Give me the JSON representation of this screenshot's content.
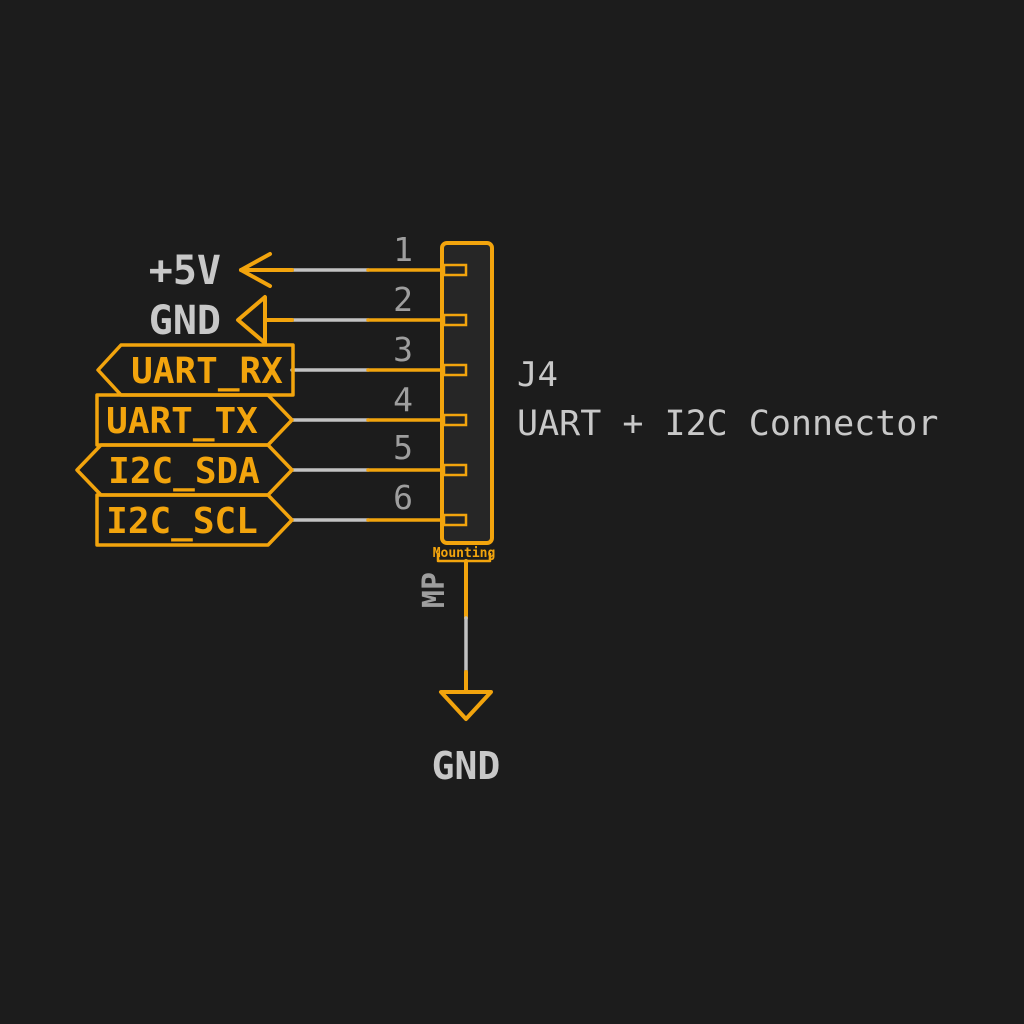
{
  "colors": {
    "background": "#1C1C1C",
    "accent": "#F2A40D",
    "wire": "#C2C2C2",
    "body_fill": "#262626",
    "text_bright": "#C8C8C8",
    "text_dim": "#9E9E9E"
  },
  "connector": {
    "reference": "J4",
    "description": "UART + I2C Connector"
  },
  "pins": [
    {
      "number": "1",
      "net": "+5V"
    },
    {
      "number": "2",
      "net": "GND"
    },
    {
      "number": "3",
      "net": "UART_RX"
    },
    {
      "number": "4",
      "net": "UART_TX"
    },
    {
      "number": "5",
      "net": "I2C_SDA"
    },
    {
      "number": "6",
      "net": "I2C_SCL"
    }
  ],
  "mounting": {
    "pin_name": "MP",
    "pin_label": "Mounting",
    "ground_net": "GND"
  }
}
